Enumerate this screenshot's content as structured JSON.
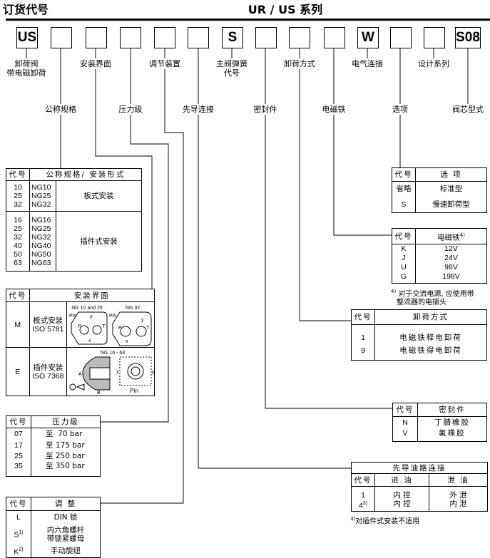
{
  "header": {
    "title": "订货代号",
    "series": "UR / US 系列"
  },
  "code_boxes": [
    {
      "value": "US",
      "label": "卸荷阀",
      "label2": "带电磁卸荷"
    },
    {
      "value": "",
      "label": "公称规格"
    },
    {
      "value": "",
      "label": "安装界面"
    },
    {
      "value": "",
      "label": "压力级"
    },
    {
      "value": "",
      "label": "调节装置"
    },
    {
      "value": "",
      "label": "先导连接"
    },
    {
      "value": "S",
      "label": "主阀弹簧",
      "label2": "代号"
    },
    {
      "value": "",
      "label": "密封件"
    },
    {
      "value": "",
      "label": "卸荷方式"
    },
    {
      "value": "",
      "label": "电磁铁"
    },
    {
      "value": "W",
      "label": "电气连接"
    },
    {
      "value": "",
      "label": "选项"
    },
    {
      "value": "",
      "label": "设计系列"
    },
    {
      "value": "S08",
      "label": "阀芯型式"
    }
  ],
  "nominal_size": {
    "header_code": "代号",
    "header": "公称规格/ 安装形式",
    "groups": [
      {
        "codes": "10\n25\n32",
        "sizes": "NG10\nNG25\nNG32",
        "mount": "板式安装"
      },
      {
        "codes": "16\n25\n32\n40\n50\n63",
        "sizes": "NG16\nNG25\nNG32\nNG40\nNG50\nNG63",
        "mount": "插件式安装"
      }
    ]
  },
  "mounting_face": {
    "header_code": "代号",
    "header": "安装界面",
    "rows": [
      {
        "code": "M",
        "type": "板式安装",
        "standard": "ISO 5781",
        "diagram_labels": [
          "NG 10 and 25",
          "NG 32",
          "Pin",
          "P",
          "T",
          "x",
          "y",
          "Pin",
          "P",
          "T",
          "x",
          "y"
        ]
      },
      {
        "code": "E",
        "type": "插件安装",
        "standard": "ISO 7368",
        "diagram_labels": [
          "NG 16 - 63",
          "A",
          "B",
          "x",
          "y",
          "Pin"
        ]
      }
    ]
  },
  "pressure": {
    "header_code": "代号",
    "header": "压力级",
    "rows": [
      {
        "code": "07",
        "value": "至  70 bar"
      },
      {
        "code": "17",
        "value": "至 175 bar"
      },
      {
        "code": "25",
        "value": "至 250 bar"
      },
      {
        "code": "35",
        "value": "至 350 bar"
      }
    ]
  },
  "adjustment": {
    "header_code": "代号",
    "header": "调 整",
    "rows": [
      {
        "code": "L",
        "sup": "",
        "value": "DIN 锁",
        "value2": ""
      },
      {
        "code": "S",
        "sup": "1)",
        "value": "内六角螺杆",
        "value2": "带锁紧螺母"
      },
      {
        "code": "K",
        "sup": "2)",
        "value": "手动旋纽",
        "value2": ""
      }
    ]
  },
  "options": {
    "header_code": "代号",
    "header": "选 项",
    "rows": [
      {
        "code": "省略",
        "value": "标准型"
      },
      {
        "code": "S",
        "value": "慢速卸荷型"
      }
    ]
  },
  "solenoid": {
    "header_code": "代号",
    "header": "电磁铁",
    "header_sup": "4)",
    "rows": [
      {
        "code": "K",
        "value": "12V"
      },
      {
        "code": "J",
        "value": "24V"
      },
      {
        "code": "U",
        "value": "98V"
      },
      {
        "code": "G",
        "value": "198V"
      }
    ],
    "footnote_mark": "4)",
    "footnote": "对于交流电源, 应使用带",
    "footnote2": "整流器的电插头"
  },
  "unloading": {
    "header_code": "代号",
    "header": "卸荷方式",
    "rows": [
      {
        "code": "1",
        "value": "电磁铁释电卸荷"
      },
      {
        "code": "9",
        "value": "电磁铁得电卸荷"
      }
    ]
  },
  "seal": {
    "header_code": "代号",
    "header": "密封件",
    "rows": [
      {
        "code": "N",
        "value": "丁腈橡胶"
      },
      {
        "code": "V",
        "value": "氟橡胶"
      }
    ]
  },
  "pilot": {
    "title": "先导油路连接",
    "header_code": "代号",
    "header_in": "进 油",
    "header_drain": "泄 油",
    "rows": [
      {
        "code": "1",
        "sup": "",
        "in": "内 控",
        "drain": "外 泄"
      },
      {
        "code": "4",
        "sup": "3)",
        "in": "内 控",
        "drain": "内 泄"
      }
    ],
    "footnote_mark": "3)",
    "footnote": "对插件式安装不适用"
  }
}
